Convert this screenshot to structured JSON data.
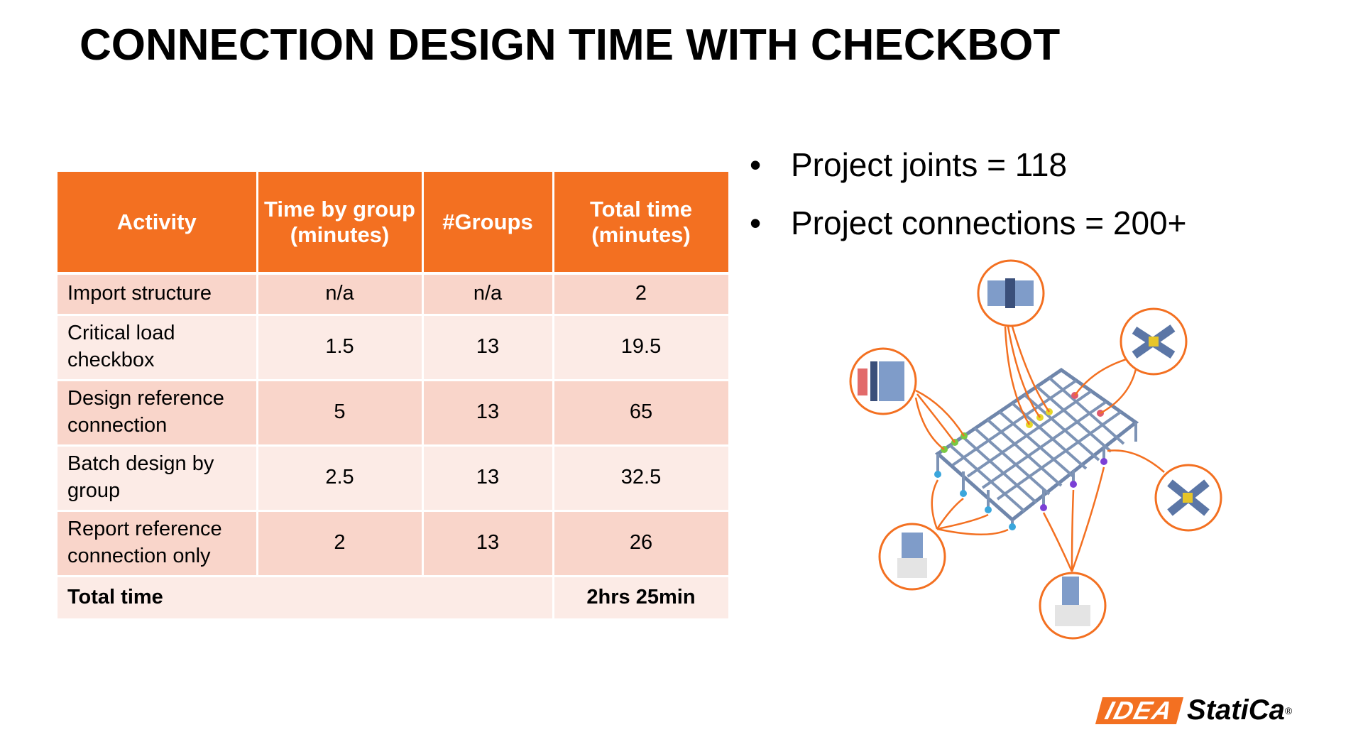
{
  "title": "CONNECTION DESIGN TIME WITH CHECKBOT",
  "table": {
    "headers": [
      "Activity",
      "Time by group (minutes)",
      "#Groups",
      "Total time (minutes)"
    ],
    "rows": [
      {
        "activity": "Import structure",
        "time_by_group": "n/a",
        "groups": "n/a",
        "total": "2"
      },
      {
        "activity": "Critical load checkbox",
        "time_by_group": "1.5",
        "groups": "13",
        "total": "19.5"
      },
      {
        "activity": "Design reference connection",
        "time_by_group": "5",
        "groups": "13",
        "total": "65"
      },
      {
        "activity": "Batch design by group",
        "time_by_group": "2.5",
        "groups": "13",
        "total": "32.5"
      },
      {
        "activity": "Report reference connection only",
        "time_by_group": "2",
        "groups": "13",
        "total": "26"
      }
    ],
    "total_label": "Total time",
    "total_value": "2hrs 25min"
  },
  "bullets": [
    "Project joints = 118",
    "Project connections = 200+"
  ],
  "logo": {
    "brand_box": "IDEA",
    "brand_text": "StatiCa",
    "registered": "®"
  },
  "colors": {
    "accent": "#f37021",
    "row_dark": "#f9d5ca",
    "row_light": "#fcebe6"
  }
}
